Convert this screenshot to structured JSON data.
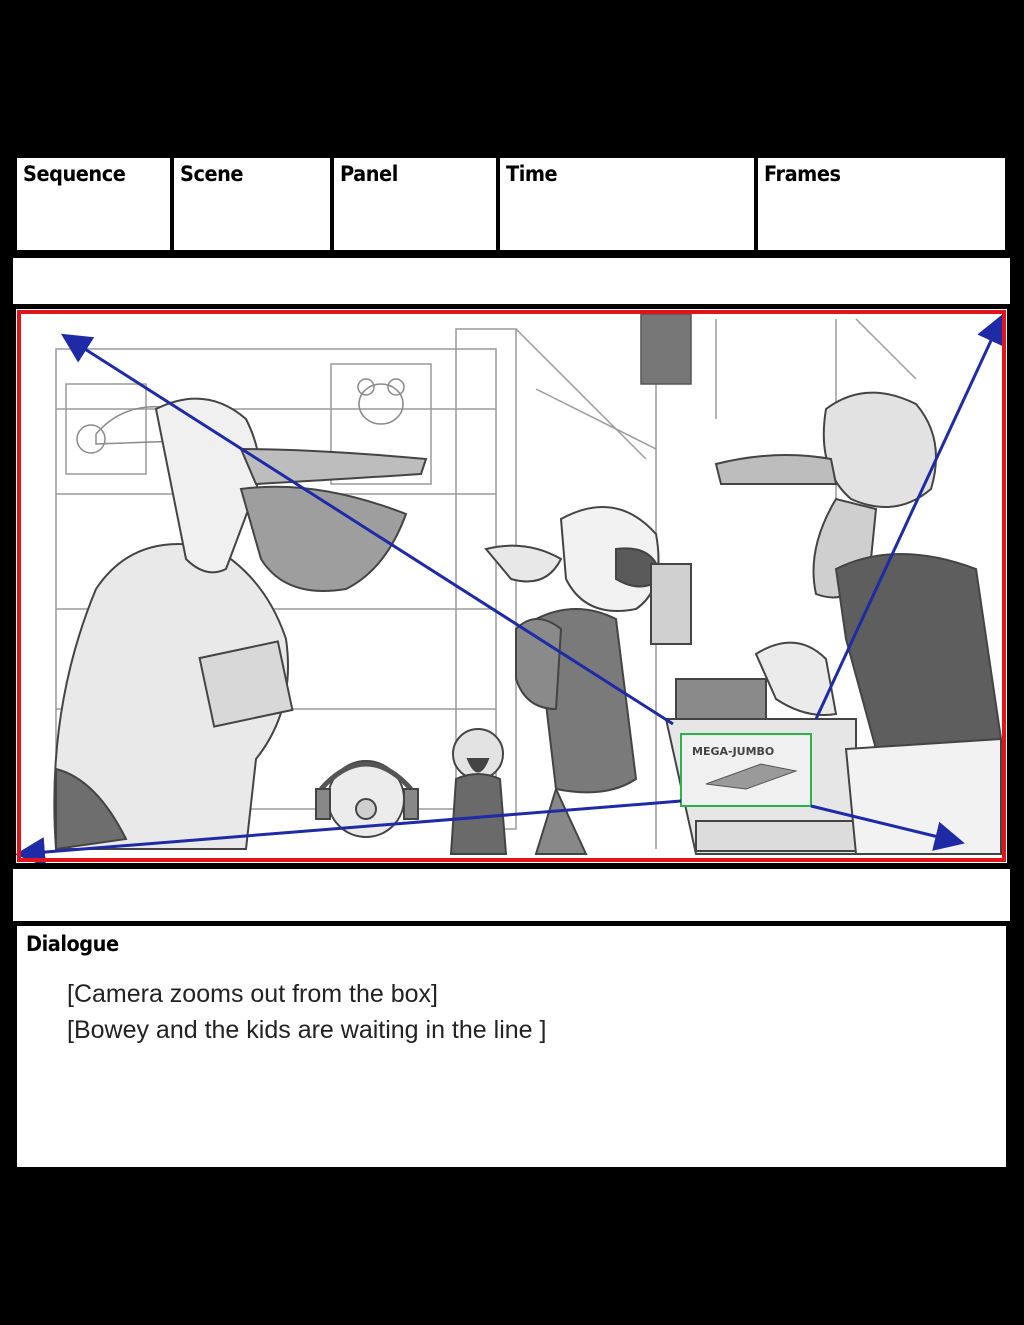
{
  "header": {
    "cells": [
      {
        "label": "Sequence",
        "value": ""
      },
      {
        "label": "Scene",
        "value": ""
      },
      {
        "label": "Panel",
        "value": ""
      },
      {
        "label": "Time",
        "value": ""
      },
      {
        "label": "Frames",
        "value": ""
      }
    ]
  },
  "panel": {
    "drawing_text": "MEGA-JUMBO",
    "colors": {
      "frame_border": "#e0141a",
      "camera_arrows": "#1f2aa6",
      "focus_box": "#2bb34a",
      "sketch": "#555555"
    }
  },
  "dialogue": {
    "label": "Dialogue",
    "lines": [
      "[Camera zooms out from the box]",
      "[Bowey and the kids are waiting in the line ]"
    ]
  }
}
